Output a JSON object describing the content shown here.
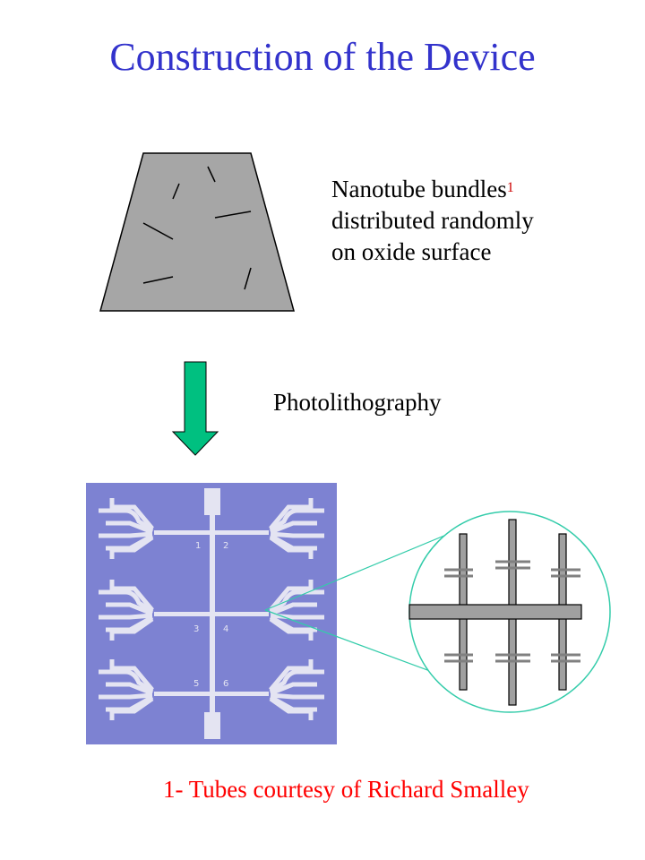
{
  "title": "Construction of the Device",
  "caption": {
    "line1": "Nanotube bundles",
    "superscript": "1",
    "line2": "distributed randomly",
    "line3": "on oxide surface"
  },
  "step_label": "Photolithography",
  "chip_labels": [
    "1",
    "2",
    "3",
    "4",
    "5",
    "6"
  ],
  "footnote": "1- Tubes courtesy of Richard Smalley",
  "colors": {
    "title": "#3333cc",
    "substrate": "#a6a6a6",
    "arrow": "#00c080",
    "chip_bg": "#7d82d2",
    "electrode": "#e4e4f2",
    "zoom_ring": "#33ccaa",
    "bars": "#a0a0a0",
    "footnote": "#ff0000"
  }
}
